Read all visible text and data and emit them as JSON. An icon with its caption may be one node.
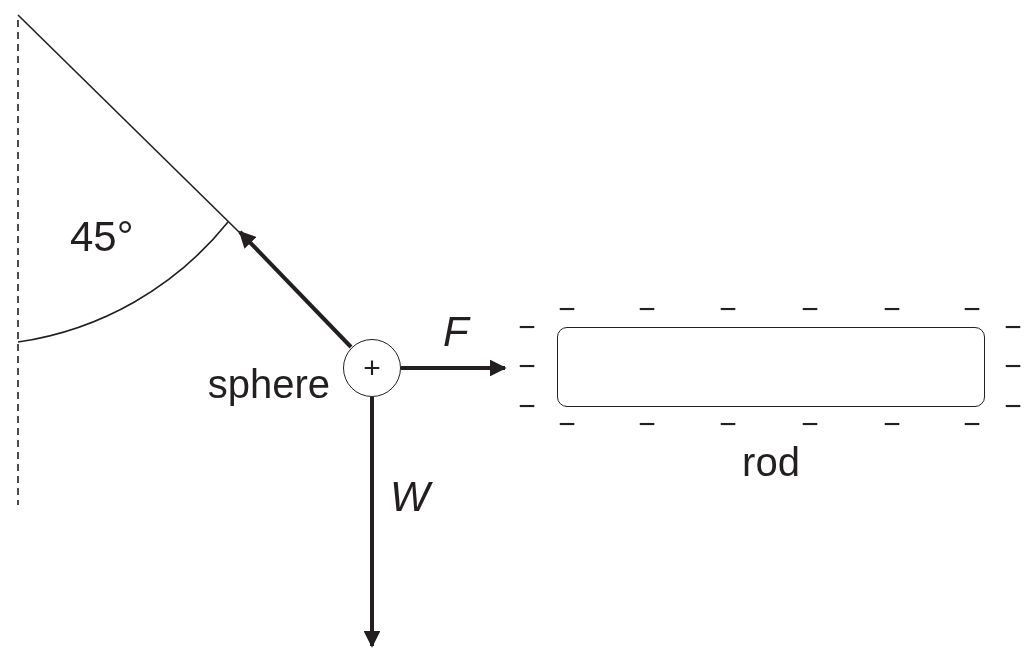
{
  "diagram": {
    "nodes": [
      {
        "text": [
          "+"
        ],
        "beside": [
          "sphere"
        ]
      },
      {
        "text": [],
        "shape": "box",
        "beside": [
          "rod"
        ]
      }
    ],
    "labels": [
      "45°",
      "F",
      "W",
      "−",
      "−",
      "−",
      "−",
      "−",
      "−",
      "−",
      "−",
      "−",
      "−",
      "−",
      "−",
      "−",
      "−",
      "−",
      "−",
      "−",
      "−"
    ]
  }
}
